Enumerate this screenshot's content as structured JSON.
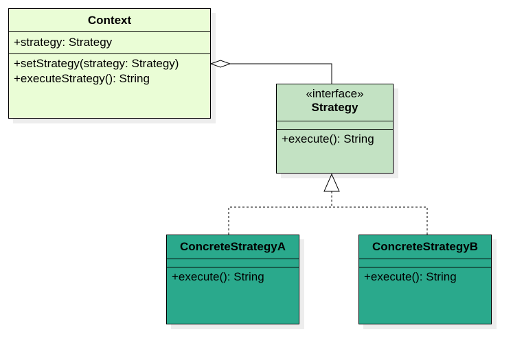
{
  "diagram": {
    "context": {
      "name": "Context",
      "attributes": [
        "+strategy: Strategy"
      ],
      "operations": [
        "+setStrategy(strategy: Strategy)",
        "+executeStrategy(): String"
      ],
      "fill": "#eafdd6"
    },
    "strategy": {
      "stereotype": "«interface»",
      "name": "Strategy",
      "operations": [
        "+execute(): String"
      ],
      "fill": "#c3e2c3"
    },
    "concrete_a": {
      "name": "ConcreteStrategyA",
      "operations": [
        "+execute(): String"
      ],
      "fill": "#2aa98c"
    },
    "concrete_b": {
      "name": "ConcreteStrategyB",
      "operations": [
        "+execute(): String"
      ],
      "fill": "#2aa98c"
    },
    "relations": [
      {
        "type": "aggregation",
        "from": "Context",
        "to": "Strategy"
      },
      {
        "type": "realization",
        "from": "ConcreteStrategyA",
        "to": "Strategy"
      },
      {
        "type": "realization",
        "from": "ConcreteStrategyB",
        "to": "Strategy"
      }
    ]
  }
}
